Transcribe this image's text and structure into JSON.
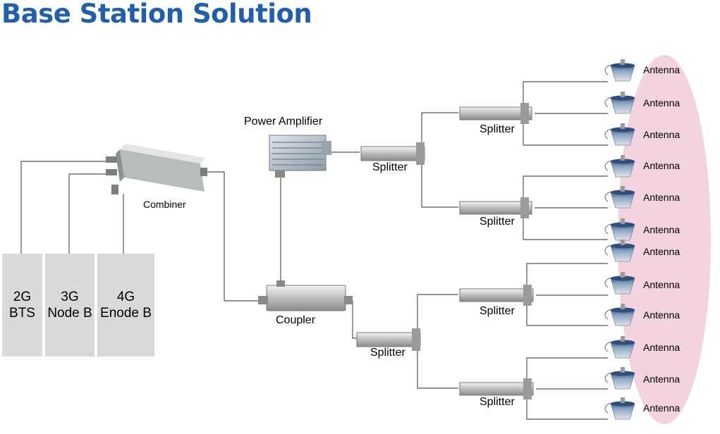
{
  "title": "Base Station Solution",
  "sources": [
    {
      "line1": "2G",
      "line2": "BTS"
    },
    {
      "line1": "3G",
      "line2": "Node B"
    },
    {
      "line1": "4G",
      "line2": "Enode B"
    }
  ],
  "labels": {
    "combiner": "Combiner",
    "power_amplifier": "Power Amplifier",
    "coupler": "Coupler",
    "splitter": "Splitter",
    "antenna": "Antenna"
  },
  "colors": {
    "title": "#1f5fae",
    "antenna_zone": "#f2d3df",
    "source_box": "#d9d9d9",
    "cable": "#555555"
  }
}
